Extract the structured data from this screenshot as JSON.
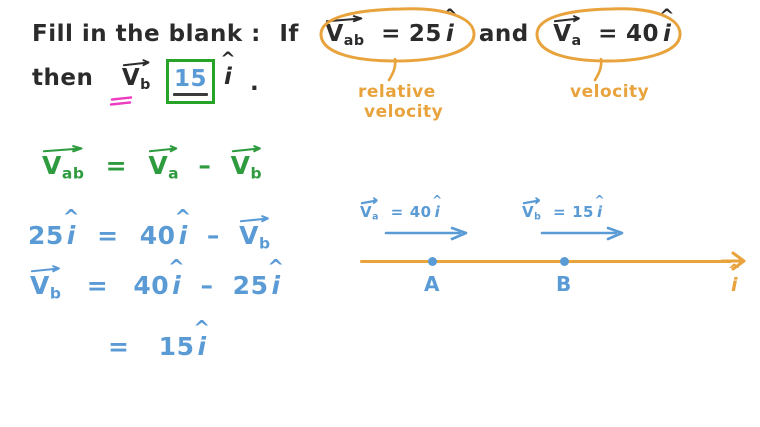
{
  "colors": {
    "background": "#ffffff",
    "ink_dark": "#2b2b2b",
    "ink_blue": "#5b9bd5",
    "ink_green": "#2e9b3e",
    "ink_orange": "#e8a33d",
    "ink_pink": "#ee3cc0",
    "answer_box_border": "#27a327",
    "answer_underline": "#3b3b3b"
  },
  "question": {
    "line1_prefix": "Fill in the blank :",
    "line1_if": "If",
    "line1_and": "and",
    "line2_then": "then",
    "line2_equals": "=",
    "line2_period": ".",
    "given_1": {
      "vector_letter": "V",
      "vector_subscript": "ab",
      "equals": "=",
      "magnitude": "25",
      "unit_vector": "i"
    },
    "given_2": {
      "vector_letter": "V",
      "vector_subscript": "a",
      "equals": "=",
      "magnitude": "40",
      "unit_vector": "i"
    },
    "unknown": {
      "vector_letter": "V",
      "vector_subscript": "b",
      "unit_vector": "i"
    }
  },
  "answer": {
    "value": "15",
    "unit_vector": "i"
  },
  "annotations": {
    "relative_velocity_line1": "relative",
    "relative_velocity_line2": "velocity",
    "velocity": "velocity"
  },
  "working": {
    "step_1": {
      "lhs_letter": "V",
      "lhs_sub": "ab",
      "eq": "=",
      "t1_letter": "V",
      "t1_sub": "a",
      "op": "–",
      "t2_letter": "V",
      "t2_sub": "b"
    },
    "step_2": {
      "lhs_value": "25",
      "lhs_unit": "i",
      "eq": "=",
      "t1_value": "40",
      "t1_unit": "i",
      "op": "–",
      "t2_letter": "V",
      "t2_sub": "b"
    },
    "step_3": {
      "lhs_letter": "V",
      "lhs_sub": "b",
      "eq": "=",
      "t1_value": "40",
      "t1_unit": "i",
      "op": "–",
      "t2_value": "25",
      "t2_unit": "i"
    },
    "step_4": {
      "eq": "=",
      "value": "15",
      "unit": "i"
    }
  },
  "diagram": {
    "axis_unit_label": "i",
    "point_a_label": "A",
    "point_b_label": "B",
    "annotation_a": {
      "letter": "V",
      "subscript": "a",
      "equals": "=",
      "value": "40",
      "unit": "i"
    },
    "annotation_b": {
      "letter": "V",
      "subscript": "b",
      "equals": "=",
      "value": "15",
      "unit": "i"
    }
  }
}
